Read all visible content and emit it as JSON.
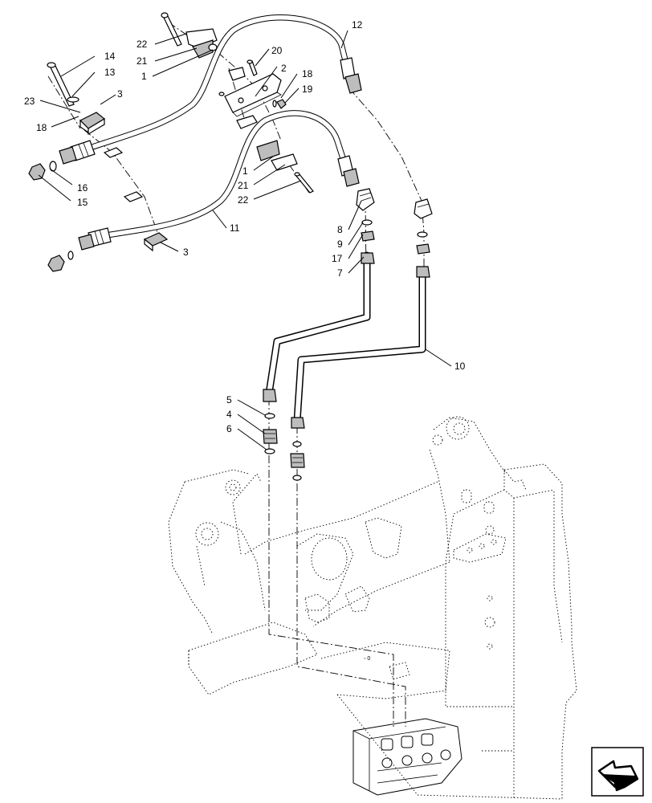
{
  "callouts": [
    {
      "id": "c1a",
      "text": "1"
    },
    {
      "id": "c1b",
      "text": "1"
    },
    {
      "id": "c2",
      "text": "2"
    },
    {
      "id": "c3a",
      "text": "3"
    },
    {
      "id": "c3b",
      "text": "3"
    },
    {
      "id": "c4",
      "text": "4"
    },
    {
      "id": "c5",
      "text": "5"
    },
    {
      "id": "c6",
      "text": "6"
    },
    {
      "id": "c7",
      "text": "7"
    },
    {
      "id": "c8",
      "text": "8"
    },
    {
      "id": "c9",
      "text": "9"
    },
    {
      "id": "c10",
      "text": "10"
    },
    {
      "id": "c11",
      "text": "11"
    },
    {
      "id": "c12",
      "text": "12"
    },
    {
      "id": "c13",
      "text": "13"
    },
    {
      "id": "c14",
      "text": "14"
    },
    {
      "id": "c15",
      "text": "15"
    },
    {
      "id": "c16",
      "text": "16"
    },
    {
      "id": "c17",
      "text": "17"
    },
    {
      "id": "c18a",
      "text": "18"
    },
    {
      "id": "c18b",
      "text": "18"
    },
    {
      "id": "c19",
      "text": "19"
    },
    {
      "id": "c20",
      "text": "20"
    },
    {
      "id": "c21a",
      "text": "21"
    },
    {
      "id": "c21b",
      "text": "21"
    },
    {
      "id": "c22a",
      "text": "22"
    },
    {
      "id": "c22b",
      "text": "22"
    },
    {
      "id": "c23",
      "text": "23"
    }
  ],
  "icons": {
    "nav": "arrow-navigation-icon"
  }
}
